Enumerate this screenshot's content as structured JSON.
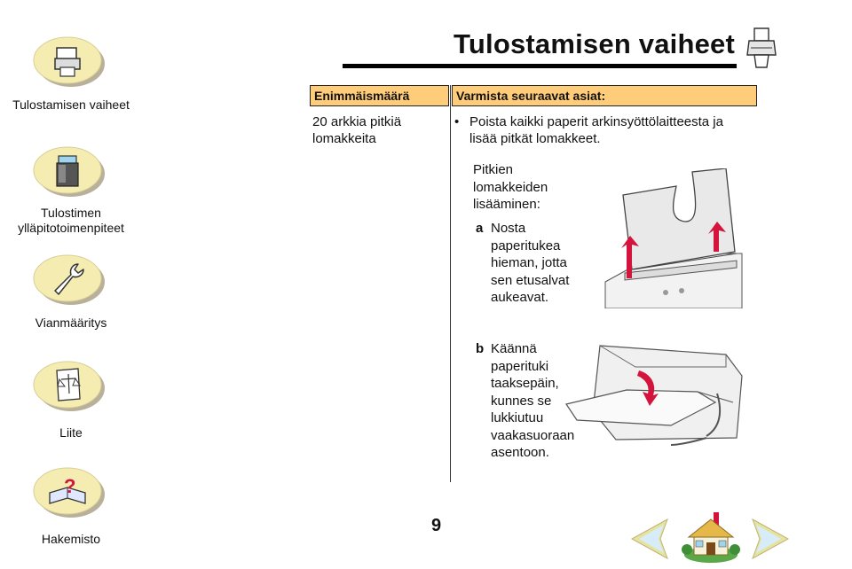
{
  "nav": {
    "items": [
      {
        "label": "Tulostamisen vaiheet",
        "icon": "printer-icon"
      },
      {
        "label": "Tulostimen ylläpitotoimenpiteet",
        "icon": "ink-cartridge-icon"
      },
      {
        "label": "Vianmääritys",
        "icon": "wrench-icon"
      },
      {
        "label": "Liite",
        "icon": "scroll-scales-icon"
      },
      {
        "label": "Hakemisto",
        "icon": "book-question-icon"
      }
    ]
  },
  "header": {
    "title": "Tulostamisen vaiheet",
    "icon": "printer-icon"
  },
  "table": {
    "col_left_header": "Enimmäismäärä",
    "col_right_header": "Varmista seuraavat asiat:",
    "left_value": "20 arkkia pitkiä lomakkeita",
    "bullet": "Poista kaikki paperit arkinsyöttölaitteesta ja lisää pitkät lomakkeet.",
    "sub_heading": "Pitkien lomakkeiden lisääminen:",
    "steps": [
      {
        "letter": "a",
        "text": "Nosta paperitukea hieman, jotta sen etusalvat aukeavat."
      },
      {
        "letter": "b",
        "text": "Käännä paperituki taaksepäin, kunnes se lukkiutuu vaakasuoraan asentoon."
      }
    ]
  },
  "footer": {
    "page_number": "9",
    "prev_icon": "back-arrow-icon",
    "home_icon": "home-icon",
    "next_icon": "forward-arrow-icon"
  },
  "colors": {
    "header_fill": "#ffcc7a",
    "arrow_red": "#d4143c",
    "nav_disc": "#f4ecb0"
  }
}
